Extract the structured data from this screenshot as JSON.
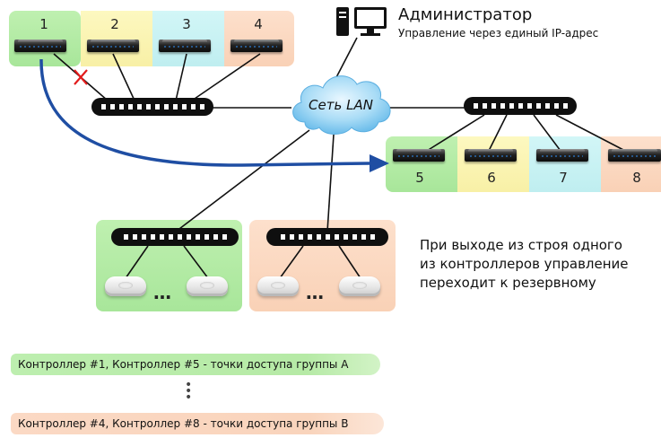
{
  "admin": {
    "title": "Администратор",
    "subtitle": "Управление через единый IP-адрес",
    "icon": "computer-icon"
  },
  "network": {
    "label": "Сеть LAN",
    "icon": "cloud-icon",
    "failure_icon": "x-mark-icon",
    "failover_arrow_color": "#1f4ea3"
  },
  "controllers_top": [
    "1",
    "2",
    "3",
    "4"
  ],
  "controllers_right": [
    "5",
    "6",
    "7",
    "8"
  ],
  "note": {
    "lines": [
      "При выходе из строя одного",
      "из контроллеров управление",
      "переходит к резервному"
    ]
  },
  "ap_groups": [
    {
      "icon": "access-point-icon",
      "ellipsis": "…",
      "color": "#a8e69a"
    },
    {
      "icon": "access-point-icon",
      "ellipsis": "…",
      "color": "#f9d1b6"
    }
  ],
  "legend": {
    "group_a": "Контроллер #1, Контроллер #5 - точки доступа группы А",
    "group_b": "Контроллер #4, Контроллер #8 - точки доступа группы В",
    "ellipsis": "⋮"
  },
  "colors": {
    "green": "#a8e69a",
    "yellow": "#f8f0a6",
    "cyan": "#bfeef0",
    "orange": "#f9d1b6"
  }
}
